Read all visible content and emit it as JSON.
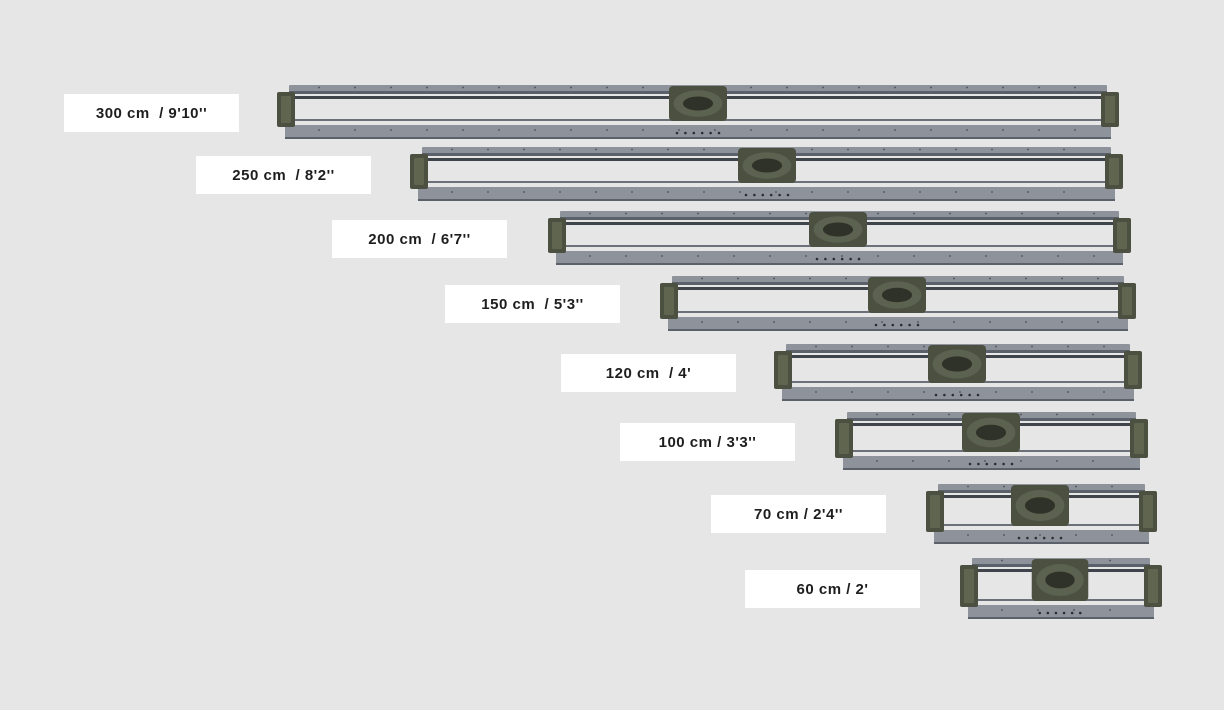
{
  "sliders": [
    {
      "size_label": "300 cm  / 9'10''"
    },
    {
      "size_label": "250 cm  / 8'2''"
    },
    {
      "size_label": "200 cm  / 6'7''"
    },
    {
      "size_label": "150 cm  / 5'3''"
    },
    {
      "size_label": "120 cm  / 4'"
    },
    {
      "size_label": "100 cm / 3'3''"
    },
    {
      "size_label": "70 cm / 2'4''"
    },
    {
      "size_label": "60 cm / 2'"
    }
  ],
  "colors": {
    "background": "#e6e6e6",
    "label_background": "#ffffff",
    "rail": "#8d929b",
    "rail_dark": "#5b616a",
    "mount": "#4b5040"
  }
}
